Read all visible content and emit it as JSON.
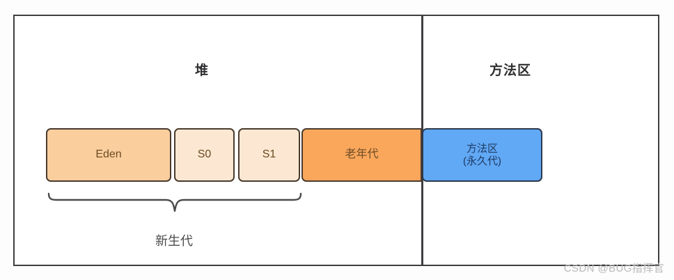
{
  "diagram": {
    "title_heap": "堆",
    "title_method_area": "方法区",
    "regions": [
      {
        "id": "eden",
        "label": "Eden",
        "color": "#fbce9d"
      },
      {
        "id": "s0",
        "label": "S0",
        "color": "#fce8d2"
      },
      {
        "id": "s1",
        "label": "S1",
        "color": "#fce8d2"
      },
      {
        "id": "old_gen",
        "label": "老年代",
        "color": "#faa75c"
      },
      {
        "id": "perm_gen",
        "label": "方法区\n(永久代)",
        "color": "#61a8f5"
      }
    ],
    "brace_label": "新生代",
    "frame_color": "#3f3f42",
    "box_border_color": "#4a3b30",
    "text_color": "#6b4a23"
  },
  "watermark": {
    "text": "CSDN @BUG指挥官"
  }
}
